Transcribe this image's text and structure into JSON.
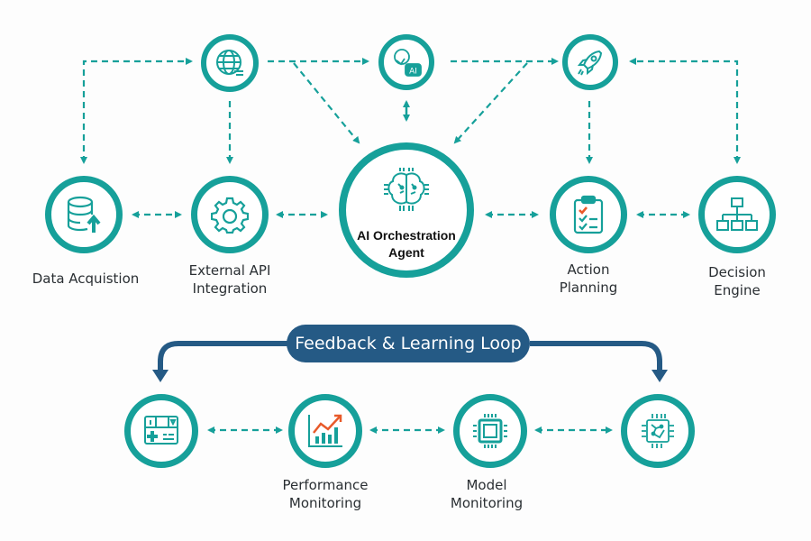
{
  "colors": {
    "teal": "#16a09a",
    "navy": "#255a85",
    "accent_orange": "#e85a2a",
    "text": "#2a2f33"
  },
  "nodes": {
    "globe": {
      "icon": "globe-icon",
      "label": ""
    },
    "ai_api": {
      "icon": "ai-api-icon",
      "label": ""
    },
    "rocket": {
      "icon": "rocket-icon",
      "label": ""
    },
    "data_acquisition": {
      "icon": "database-upload-icon",
      "label": "Data Acquistion"
    },
    "external_api": {
      "icon": "gear-icon",
      "label": "External API\nIntegration"
    },
    "orchestrator": {
      "icon": "brain-chip-icon",
      "label": "AI Orchestration\nAgent"
    },
    "action_planning": {
      "icon": "clipboard-checklist-icon",
      "label": "Action\nPlanning"
    },
    "decision_engine": {
      "icon": "hierarchy-icon",
      "label": "Decision\nEngine"
    },
    "dashboard": {
      "icon": "dashboard-icon",
      "label": ""
    },
    "performance_monitoring": {
      "icon": "growth-chart-icon",
      "label": "Performance\nMonitoring"
    },
    "model_monitoring": {
      "icon": "cpu-chip-icon",
      "label": "Model\nMonitoring"
    },
    "ai_chip": {
      "icon": "ai-chip-icon",
      "label": ""
    }
  },
  "feedback_loop": {
    "label": "Feedback & Learning Loop"
  }
}
